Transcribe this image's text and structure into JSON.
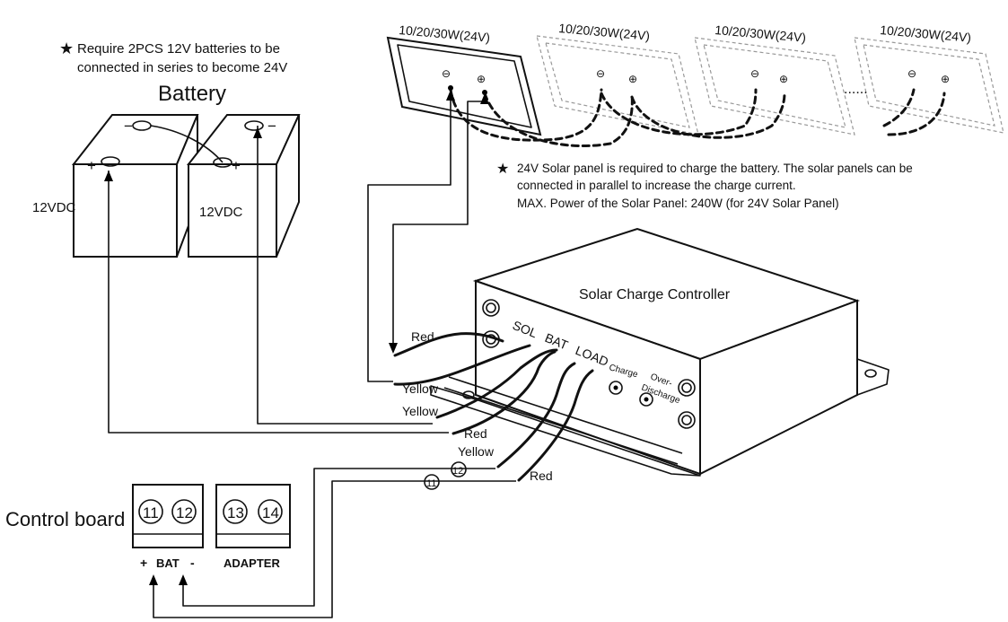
{
  "battery": {
    "note_star": "★",
    "note_line1": "Require 2PCS 12V batteries to be",
    "note_line2": "connected in series to become 24V",
    "title": "Battery",
    "cell_label": "12VDC",
    "neg": "−",
    "pos": "+"
  },
  "solar": {
    "panel_label": "10/20/30W(24V)",
    "ellipsis": "......",
    "note_star": "★",
    "note_line1": "24V Solar panel is required to charge the battery. The solar panels can be",
    "note_line2": "connected in parallel to increase the charge current.",
    "note_line3": "MAX. Power of the Solar Panel: 240W (for 24V Solar Panel)",
    "neg": "⊖",
    "pos": "⊕"
  },
  "controller": {
    "title": "Solar Charge Controller",
    "port_sol": "SOL",
    "port_bat": "BAT",
    "port_load": "LOAD",
    "led_charge": "Charge",
    "led_over_1": "Over-",
    "led_over_2": "Discharge"
  },
  "wires": {
    "red": "Red",
    "yellow": "Yellow"
  },
  "board": {
    "title": "Control board",
    "t11": "11",
    "t12": "12",
    "t13": "13",
    "t14": "14",
    "bat_plus": "+",
    "bat_label": "BAT",
    "bat_minus": "-",
    "adapter": "ADAPTER"
  },
  "colors": {
    "line": "#111111",
    "ghost": "#999999"
  }
}
